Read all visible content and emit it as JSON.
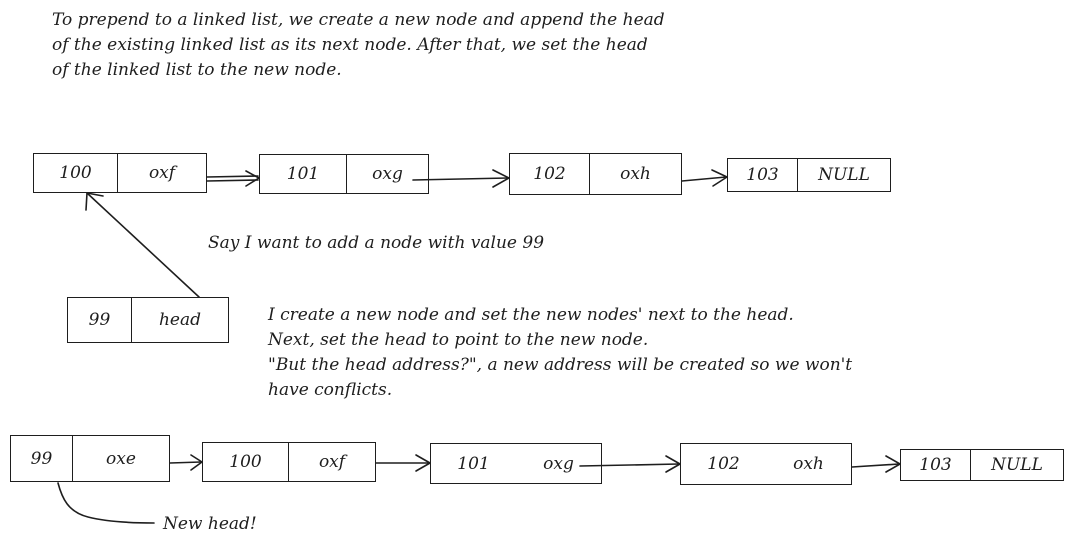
{
  "intro": {
    "line1": "To prepend to a linked list, we create a new node and append the head",
    "line2": "of the existing linked list as its next node. After that, we set the head",
    "line3": "of the linked list to the new node."
  },
  "say_text": "Say I want to add a node with value 99",
  "explain": {
    "line1": "I create a new node and set the new nodes' next to the head.",
    "line2": "Next, set the head to point to the new node.",
    "line3": "\"But the head address?\", a new address will be created so we won't",
    "line4": "have conflicts."
  },
  "top_list": [
    {
      "value": "100",
      "next": "oxf"
    },
    {
      "value": "101",
      "next": "oxg"
    },
    {
      "value": "102",
      "next": "oxh"
    },
    {
      "value": "103",
      "next": "NULL"
    }
  ],
  "new_node": {
    "value": "99",
    "next": "head"
  },
  "bottom_list": [
    {
      "value": "99",
      "next": "oxe"
    },
    {
      "value": "100",
      "next": "oxf"
    },
    {
      "value": "101",
      "next": "oxg"
    },
    {
      "value": "102",
      "next": "oxh"
    },
    {
      "value": "103",
      "next": "NULL"
    }
  ],
  "new_head_label": "New head!"
}
